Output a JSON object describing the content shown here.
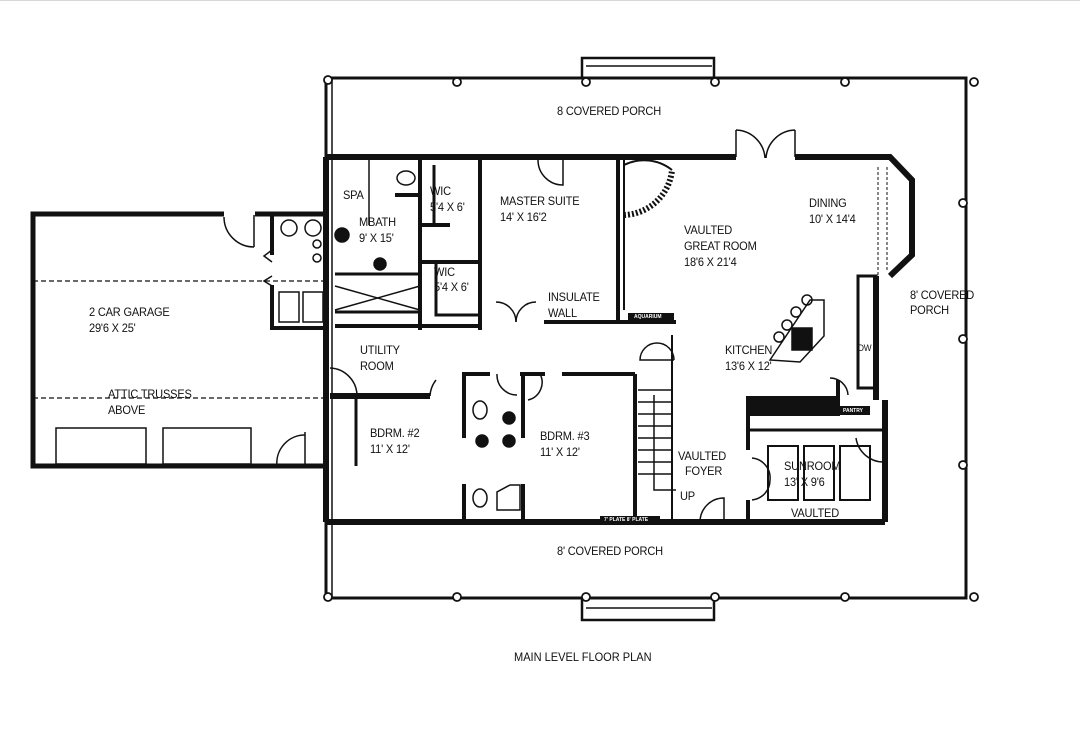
{
  "plan": {
    "title": "MAIN LEVEL FLOOR PLAN",
    "colors": {
      "wall": "#111111",
      "background": "#ffffff"
    }
  },
  "rooms": {
    "porch_top": {
      "name": "8 COVERED PORCH"
    },
    "porch_bottom": {
      "name": "8' COVERED PORCH"
    },
    "porch_right": {
      "name": "8' COVERED",
      "name2": "PORCH"
    },
    "spa": {
      "name": "SPA"
    },
    "mbath": {
      "name": "MBATH",
      "size": "9' X 15'"
    },
    "wic_upper": {
      "name": "WIC",
      "size": "5'4 X 6'"
    },
    "wic_lower": {
      "name": "WIC",
      "size": "5'4 X 6'"
    },
    "master_suite": {
      "name": "MASTER SUITE",
      "size": "14' X 16'2"
    },
    "insulate_wall": {
      "line1": "INSULATE",
      "line2": "WALL"
    },
    "great_room": {
      "line1": "VAULTED",
      "line2": "GREAT ROOM",
      "size": "18'6 X 21'4"
    },
    "dining": {
      "name": "DINING",
      "size": "10' X 14'4"
    },
    "kitchen": {
      "name": "KITCHEN",
      "size": "13'6 X 12'"
    },
    "garage": {
      "name": "2 CAR GARAGE",
      "size": "29'6 X 25'"
    },
    "attic": {
      "line1": "ATTIC TRUSSES",
      "line2": "ABOVE"
    },
    "utility": {
      "line1": "UTILITY",
      "line2": "ROOM"
    },
    "bdrm2": {
      "name": "BDRM. #2",
      "size": "11' X 12'"
    },
    "bdrm3": {
      "name": "BDRM. #3",
      "size": "11' X 12'"
    },
    "foyer": {
      "line1": "VAULTED",
      "line2": "FOYER"
    },
    "stairs": {
      "label": "UP"
    },
    "sunroom": {
      "name": "SUNROOM",
      "size": "13' X 9'6",
      "note": "VAULTED"
    }
  },
  "annotations": {
    "aquarium": "AQUARIUM",
    "pantry": "PANTRY",
    "dw": "DW",
    "plate": "7' PLATE  8' PLATE"
  }
}
